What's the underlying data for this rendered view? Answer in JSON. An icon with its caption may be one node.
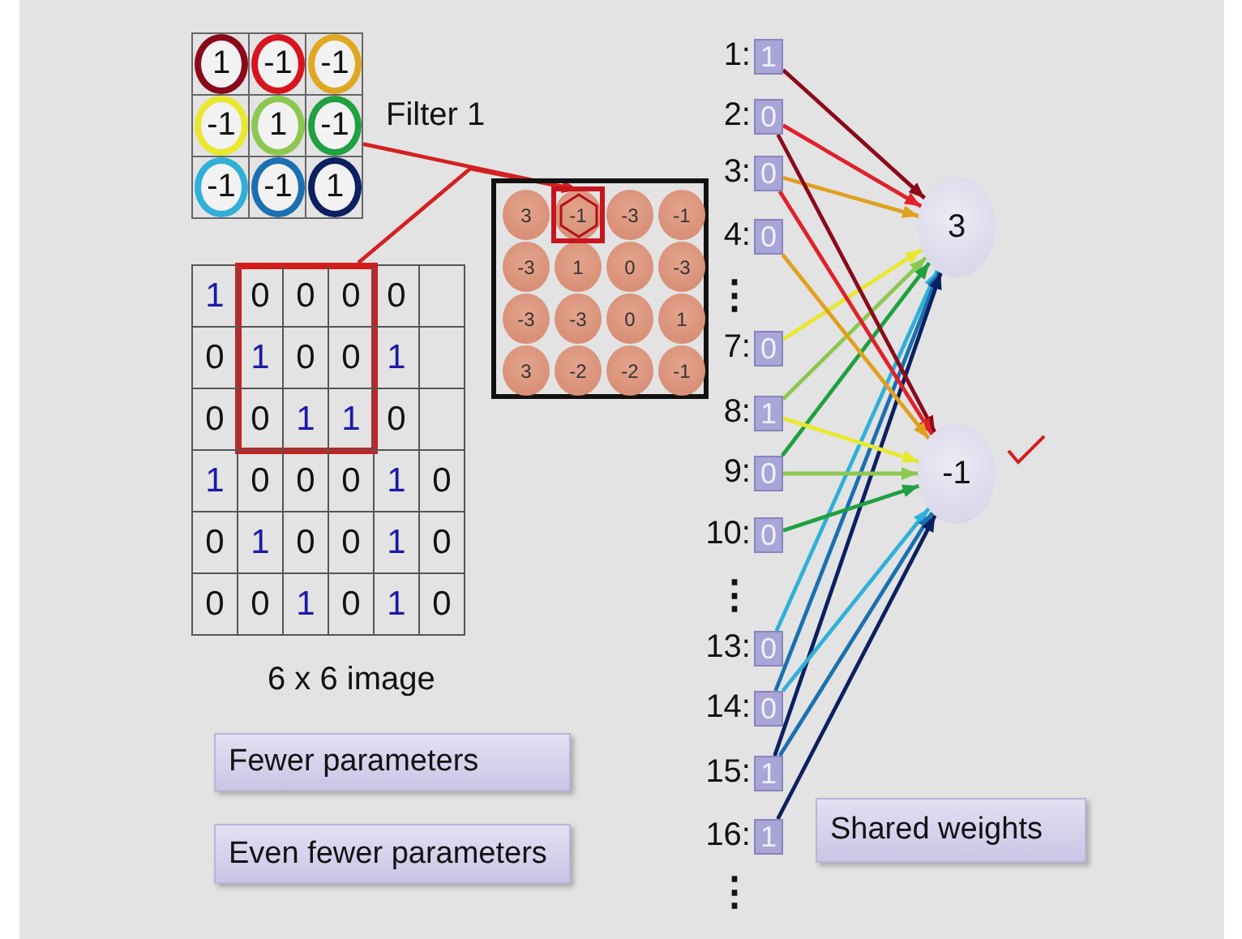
{
  "diagram": {
    "nodes": [
      {
        "text": [
          "Filter 1"
        ]
      },
      {
        "text": [
          "1"
        ],
        "in": 0
      },
      {
        "text": [
          "-1"
        ],
        "in": 0
      },
      {
        "text": [
          "-1"
        ],
        "in": 0
      },
      {
        "text": [
          "-1"
        ],
        "in": 0
      },
      {
        "text": [
          "1"
        ],
        "in": 0
      },
      {
        "text": [
          "-1"
        ],
        "in": 0
      },
      {
        "text": [
          "-1"
        ],
        "in": 0
      },
      {
        "text": [
          "-1"
        ],
        "in": 0
      },
      {
        "text": [
          "1"
        ],
        "in": 0
      },
      {
        "text": [],
        "shape": "box"
      },
      {
        "text": [
          "3"
        ],
        "in": 10
      },
      {
        "text": [
          "-1"
        ],
        "in": 10
      },
      {
        "text": [
          "-3"
        ],
        "in": 10
      },
      {
        "text": [
          "-1"
        ],
        "in": 10
      },
      {
        "text": [
          "-3"
        ],
        "in": 10
      },
      {
        "text": [
          "1"
        ],
        "in": 10
      },
      {
        "text": [
          "0"
        ],
        "in": 10
      },
      {
        "text": [
          "-3"
        ],
        "in": 10
      },
      {
        "text": [
          "-3"
        ],
        "in": 10
      },
      {
        "text": [
          "-3"
        ],
        "in": 10
      },
      {
        "text": [
          "0"
        ],
        "in": 10
      },
      {
        "text": [
          "1"
        ],
        "in": 10
      },
      {
        "text": [
          "3"
        ],
        "in": 10
      },
      {
        "text": [
          "-2"
        ],
        "in": 10
      },
      {
        "text": [
          "-2"
        ],
        "in": 10
      },
      {
        "text": [
          "-1"
        ],
        "in": 10
      },
      {
        "text": [
          "6 x 6 image"
        ]
      },
      {
        "text": [],
        "shape": "box",
        "in": 27
      },
      {
        "text": [
          "1"
        ],
        "in": 27
      },
      {
        "text": [
          "0"
        ],
        "in": 28
      },
      {
        "text": [
          "0"
        ],
        "in": 28
      },
      {
        "text": [
          "0"
        ],
        "in": 28
      },
      {
        "text": [
          "0"
        ],
        "in": 27
      },
      {
        "text": [],
        "shape": "box",
        "in": 27
      },
      {
        "text": [
          "0"
        ],
        "in": 27
      },
      {
        "text": [
          "1"
        ],
        "in": 28
      },
      {
        "text": [
          "0"
        ],
        "in": 28
      },
      {
        "text": [
          "0"
        ],
        "in": 28
      },
      {
        "text": [
          "1"
        ],
        "in": 27
      },
      {
        "text": [],
        "shape": "box",
        "in": 27
      },
      {
        "text": [
          "0"
        ],
        "in": 27
      },
      {
        "text": [
          "0"
        ],
        "in": 28
      },
      {
        "text": [
          "1"
        ],
        "in": 28
      },
      {
        "text": [
          "1"
        ],
        "in": 28
      },
      {
        "text": [
          "0"
        ],
        "in": 27
      },
      {
        "text": [],
        "shape": "box",
        "in": 27
      },
      {
        "text": [
          "1"
        ],
        "in": 27
      },
      {
        "text": [
          "0"
        ],
        "in": 27
      },
      {
        "text": [
          "0"
        ],
        "in": 27
      },
      {
        "text": [
          "0"
        ],
        "in": 27
      },
      {
        "text": [
          "1"
        ],
        "in": 27
      },
      {
        "text": [
          "0"
        ],
        "in": 27
      },
      {
        "text": [
          "0"
        ],
        "in": 27
      },
      {
        "text": [
          "1"
        ],
        "in": 27
      },
      {
        "text": [
          "0"
        ],
        "in": 27
      },
      {
        "text": [
          "0"
        ],
        "in": 27
      },
      {
        "text": [
          "1"
        ],
        "in": 27
      },
      {
        "text": [
          "0"
        ],
        "in": 27
      },
      {
        "text": [
          "0"
        ],
        "in": 27
      },
      {
        "text": [
          "0"
        ],
        "in": 27
      },
      {
        "text": [
          "1"
        ],
        "in": 27
      },
      {
        "text": [
          "0"
        ],
        "in": 27
      },
      {
        "text": [
          "1"
        ],
        "in": 27
      },
      {
        "text": [
          "0"
        ],
        "in": 27
      },
      {
        "text": [
          "Fewer parameters"
        ]
      },
      {
        "text": [
          "Even fewer parameters"
        ]
      },
      {
        "text": [
          "1"
        ],
        "beside": [
          "1:"
        ]
      },
      {
        "text": [
          "0"
        ],
        "beside": [
          "2:"
        ]
      },
      {
        "text": [
          "0"
        ],
        "beside": [
          "3:"
        ]
      },
      {
        "text": [
          "0"
        ],
        "beside": [
          "4:"
        ]
      },
      {
        "text": [
          "0"
        ],
        "beside": [
          "7:"
        ]
      },
      {
        "text": [
          "1"
        ],
        "beside": [
          "8:"
        ]
      },
      {
        "text": [
          "0"
        ],
        "beside": [
          "9:"
        ]
      },
      {
        "text": [
          "0"
        ],
        "beside": [
          "10:"
        ]
      },
      {
        "text": [
          "0"
        ],
        "beside": [
          "13:"
        ]
      },
      {
        "text": [
          "0"
        ],
        "beside": [
          "14:"
        ]
      },
      {
        "text": [
          "1"
        ],
        "beside": [
          "15:"
        ]
      },
      {
        "text": [
          "1"
        ],
        "beside": [
          "16:"
        ]
      },
      {
        "text": [
          "3"
        ]
      },
      {
        "text": [
          "-1"
        ]
      },
      {
        "text": [
          "Shared weights"
        ]
      }
    ],
    "edges": [
      {
        "from": 0,
        "to": 12,
        "arrow": "to",
        "color": "#d42020"
      },
      {
        "from": 28,
        "to": 12,
        "arrow": "to",
        "color": "#d42020"
      },
      {
        "from": 67,
        "to": 79,
        "arrow": "to",
        "color": "#8b0a1a"
      },
      {
        "from": 68,
        "to": 79,
        "arrow": "to",
        "color": "#e0202a"
      },
      {
        "from": 69,
        "to": 79,
        "arrow": "to",
        "color": "#e0a020"
      },
      {
        "from": 71,
        "to": 79,
        "arrow": "to",
        "color": "#e8e830"
      },
      {
        "from": 72,
        "to": 79,
        "arrow": "to",
        "color": "#8cc850"
      },
      {
        "from": 73,
        "to": 79,
        "arrow": "to",
        "color": "#20a040"
      },
      {
        "from": 75,
        "to": 79,
        "arrow": "to",
        "color": "#30b0d8"
      },
      {
        "from": 76,
        "to": 79,
        "arrow": "to",
        "color": "#1a70b0"
      },
      {
        "from": 77,
        "to": 79,
        "arrow": "to",
        "color": "#0a2060"
      },
      {
        "from": 68,
        "to": 80,
        "arrow": "to",
        "color": "#8b0a1a"
      },
      {
        "from": 69,
        "to": 80,
        "arrow": "to",
        "color": "#e0202a"
      },
      {
        "from": 70,
        "to": 80,
        "arrow": "to",
        "color": "#e0a020"
      },
      {
        "from": 72,
        "to": 80,
        "arrow": "to",
        "color": "#e8e830"
      },
      {
        "from": 73,
        "to": 80,
        "arrow": "to",
        "color": "#8cc850"
      },
      {
        "from": 74,
        "to": 80,
        "arrow": "to",
        "color": "#20a040"
      },
      {
        "from": 76,
        "to": 80,
        "arrow": "to",
        "color": "#30b0d8"
      },
      {
        "from": 77,
        "to": 80,
        "arrow": "to",
        "color": "#1a70b0"
      },
      {
        "from": 78,
        "to": 80,
        "arrow": "to",
        "color": "#0a2060"
      }
    ],
    "labels": [
      "⋮",
      "⋮",
      "⋮"
    ]
  }
}
